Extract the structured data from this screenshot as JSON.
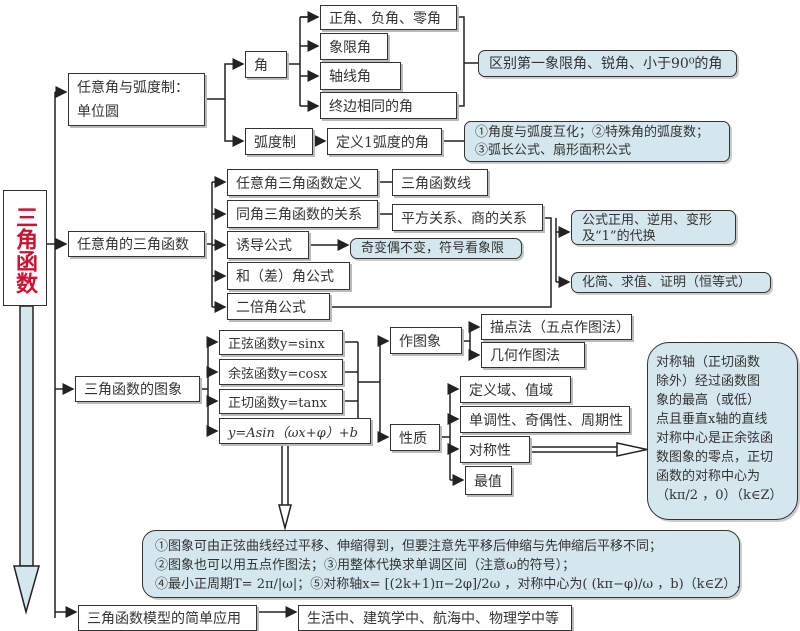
{
  "title": "三角函数",
  "n1": {
    "label": "任意角与弧度制：",
    "label2": "单位圆",
    "jiao": "角",
    "jiao_items": [
      "正角、负角、零角",
      "象限角",
      "轴线角",
      "终边相同的角"
    ],
    "jiao_note": "区别第一象限角、锐角、小于90⁰的角",
    "hudu": "弧度制",
    "hudu_def": "定义1弧度的角",
    "hudu_note1": "①角度与弧度互化；②特殊角的弧度数；",
    "hudu_note2": "③弧长公式、扇形面积公式"
  },
  "n2": {
    "label": "任意角的三角函数",
    "items": [
      "任意角三角函数定义",
      "同角三角函数的关系",
      "诱导公式",
      "和（差）角公式",
      "二倍角公式"
    ],
    "def_sub": "三角函数线",
    "rel_sub": "平方关系、商的关系",
    "induce_note": "奇变偶不变，符号看象限",
    "use1a": "公式正用、逆用、变形",
    "use1b": "及“1”的代换",
    "use2": "化简、求值、证明（恒等式）"
  },
  "n3": {
    "label": "三角函数的图象",
    "funcs": [
      "正弦函数y=sinx",
      "余弦函数y=cosx",
      "正切函数y=tanx",
      "y=Asin（ωx+φ）+b"
    ],
    "draw": "作图象",
    "draw_items": [
      "描点法（五点作图法）",
      "几何作图法"
    ],
    "prop": "性质",
    "prop_items": [
      "定义域、值域",
      "单调性、奇偶性、周期性",
      "对称性",
      "最值"
    ],
    "sym_note": [
      "对称轴（正切函数",
      "除外）经过函数图",
      "象的最高（或低）",
      "点且垂直x轴的直线",
      "对称中心是正余弦函",
      "数图象的零点，正切",
      "函数的对称中心为",
      "（kπ/2 ，0）（k∈Z）"
    ],
    "graph_note": [
      "①图象可由正弦曲线经过平移、伸缩得到，但要注意先平移后伸缩与先伸缩后平移不同；",
      "②图象也可以用五点作图法；③用整体代换求单调区间（注意ω的符号）；",
      "④最小正周期T= 2π/|ω|；⑤对称轴x= [(2k+1)π−2φ]/2ω ，对称中心为( (kπ−φ)/ω ，b)（k∈Z）."
    ]
  },
  "n4": {
    "label": "三角函数模型的简单应用",
    "sub": "生活中、建筑学中、航海中、物理学中等"
  }
}
